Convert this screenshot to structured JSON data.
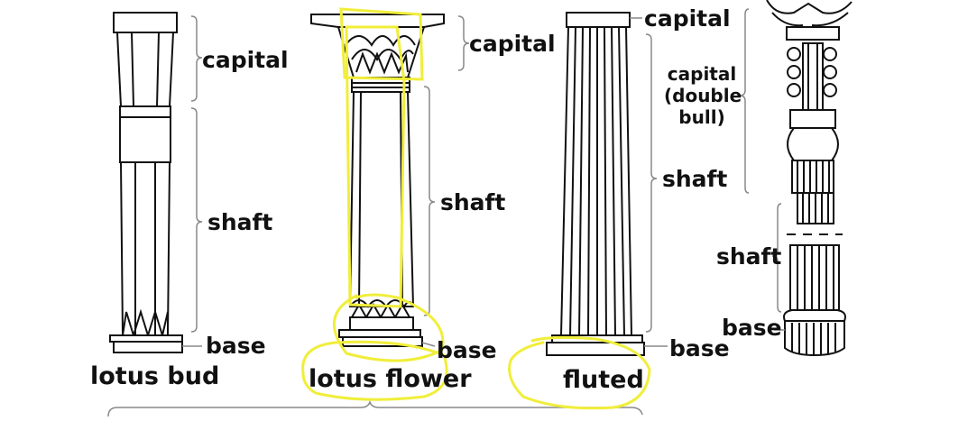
{
  "columns": [
    {
      "id": "lotus-bud",
      "name": "lotus bud",
      "parts": {
        "capital": "capital",
        "shaft": "shaft",
        "base": "base"
      }
    },
    {
      "id": "lotus-flower",
      "name": "lotus flower",
      "parts": {
        "capital": "capital",
        "shaft": "shaft",
        "base": "base"
      }
    },
    {
      "id": "fluted",
      "name": "fluted",
      "parts": {
        "capital": "capital",
        "shaft": "shaft",
        "base": "base"
      }
    },
    {
      "id": "persian",
      "name": "",
      "parts": {
        "capital_lines": [
          "capital",
          "(double",
          "bull)"
        ],
        "shaft": "shaft",
        "base": "base"
      }
    }
  ],
  "colors": {
    "ink": "#111111",
    "highlight": "#f0ee3a",
    "bracket": "#888888"
  }
}
